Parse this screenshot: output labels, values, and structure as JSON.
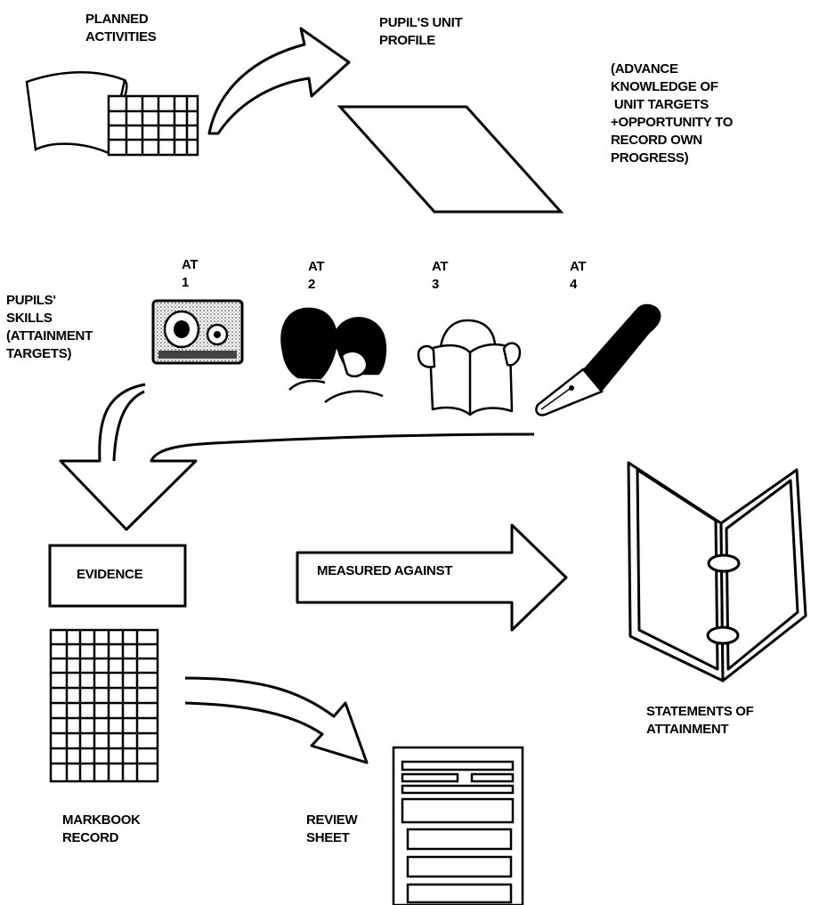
{
  "planned_activities": [
    "PLANNED",
    "ACTIVITIES"
  ],
  "unit_profile": [
    "PUPIL'S UNIT",
    "PROFILE"
  ],
  "advance_note": [
    "(ADVANCE",
    "KNOWLEDGE OF",
    " UNIT TARGETS",
    "+OPPORTUNITY TO",
    "RECORD OWN",
    "PROGRESS)"
  ],
  "pupils_skills": [
    "PUPILS'",
    "SKILLS",
    "(ATTAINMENT",
    "TARGETS)"
  ],
  "targets": [
    {
      "label": "AT",
      "number": "1",
      "icon": "cassette-tape-icon"
    },
    {
      "label": "AT",
      "number": "2",
      "icon": "two-people-talking-icon"
    },
    {
      "label": "AT",
      "number": "3",
      "icon": "person-reading-newspaper-icon"
    },
    {
      "label": "AT",
      "number": "4",
      "icon": "fountain-pen-icon"
    }
  ],
  "evidence": "EVIDENCE",
  "measured_against": "MEASURED AGAINST",
  "statements": [
    "STATEMENTS OF",
    "ATTAINMENT"
  ],
  "markbook": [
    "MARKBOOK",
    "RECORD"
  ],
  "review_sheet": [
    "REVIEW",
    "SHEET"
  ]
}
